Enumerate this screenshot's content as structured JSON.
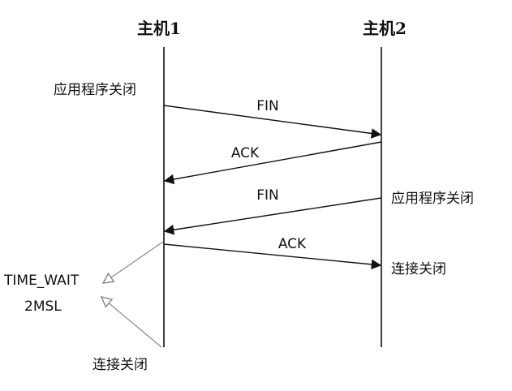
{
  "hosts": {
    "host1": "主机1",
    "host2": "主机2"
  },
  "host1_events": {
    "app_close": "应用程序关闭",
    "time_wait": "TIME_WAIT",
    "duration": "2MSL",
    "conn_closed": "连接关闭"
  },
  "host2_events": {
    "app_close": "应用程序关闭",
    "conn_closed": "连接关闭"
  },
  "messages": [
    {
      "label": "FIN",
      "from": "host1",
      "to": "host2"
    },
    {
      "label": "ACK",
      "from": "host2",
      "to": "host1"
    },
    {
      "label": "FIN",
      "from": "host2",
      "to": "host1"
    },
    {
      "label": "ACK",
      "from": "host1",
      "to": "host2"
    }
  ],
  "colors": {
    "line": "#111111",
    "time_wait_arrow": "#888888"
  }
}
